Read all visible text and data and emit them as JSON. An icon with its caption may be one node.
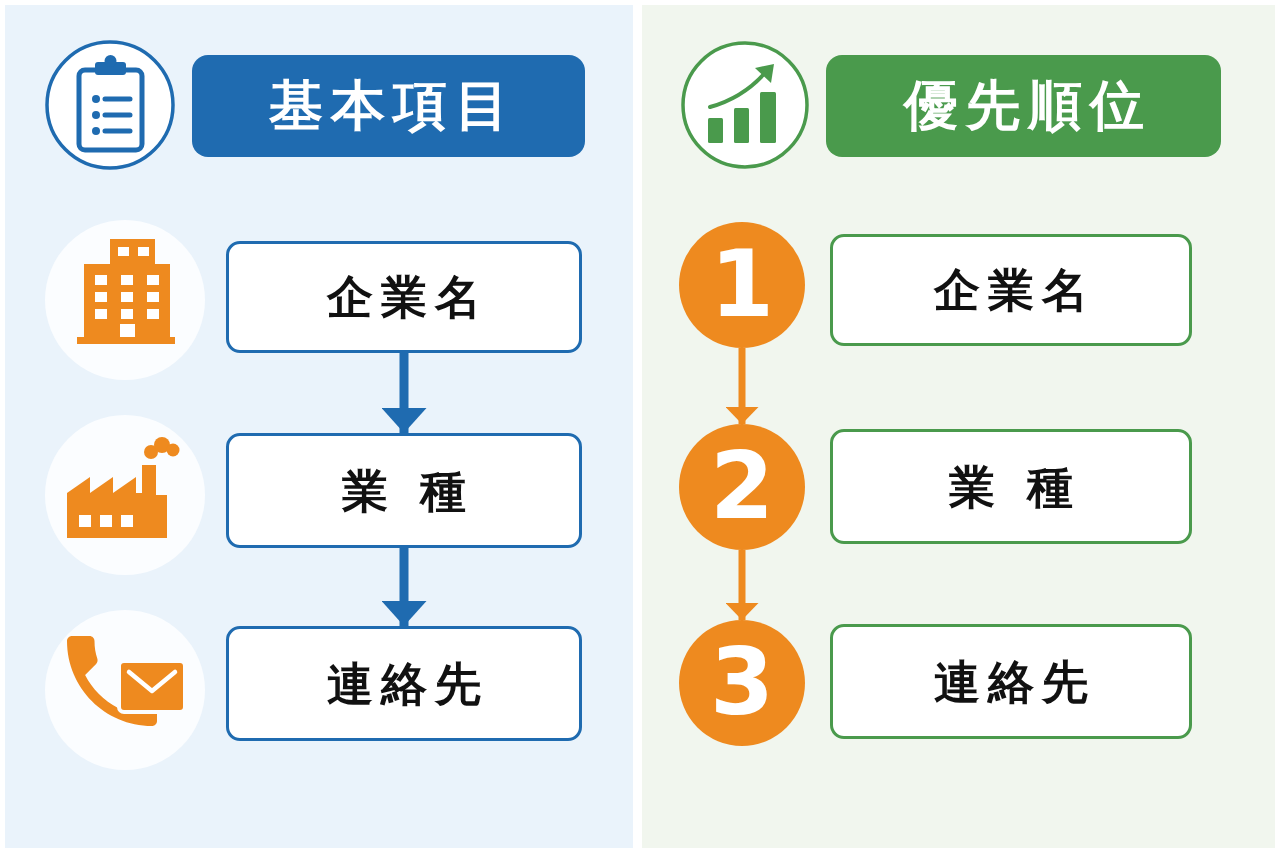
{
  "diagram": {
    "nodes": [
      {
        "text": [
          "基本項目"
        ]
      },
      {
        "text": [
          "企業名"
        ]
      },
      {
        "text": [
          "業 種"
        ]
      },
      {
        "text": [
          "連絡先"
        ]
      },
      {
        "text": [
          "優先順位"
        ]
      },
      {
        "text": [
          "1"
        ]
      },
      {
        "text": [
          "企業名"
        ]
      },
      {
        "text": [
          "2"
        ]
      },
      {
        "text": [
          "業 種"
        ]
      },
      {
        "text": [
          "3"
        ]
      },
      {
        "text": [
          "連絡先"
        ]
      }
    ],
    "edges": [
      {
        "from": 1,
        "to": 2,
        "arrow": "to"
      },
      {
        "from": 2,
        "to": 3,
        "arrow": "to"
      },
      {
        "from": 5,
        "to": 7,
        "arrow": "to",
        "color": "#ee8a1f"
      },
      {
        "from": 7,
        "to": 9,
        "arrow": "to",
        "color": "#ee8a1f"
      }
    ]
  }
}
